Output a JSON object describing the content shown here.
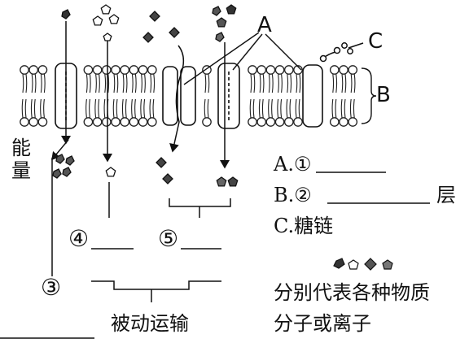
{
  "labels": {
    "A": "A",
    "B": "B",
    "C": "C",
    "energy_line1": "能",
    "energy_line2": "量",
    "num3": "③",
    "num4": "④",
    "num5": "⑤",
    "passive": "被动运输"
  },
  "answers": {
    "A": "A.①",
    "B_prefix": "B.②",
    "B_suffix": "层",
    "C": "C.糖链"
  },
  "legend": {
    "line1": "分别代表各种物质",
    "line2": "分子或离子"
  },
  "colors": {
    "ink": "#111111",
    "membrane": "#222222"
  }
}
